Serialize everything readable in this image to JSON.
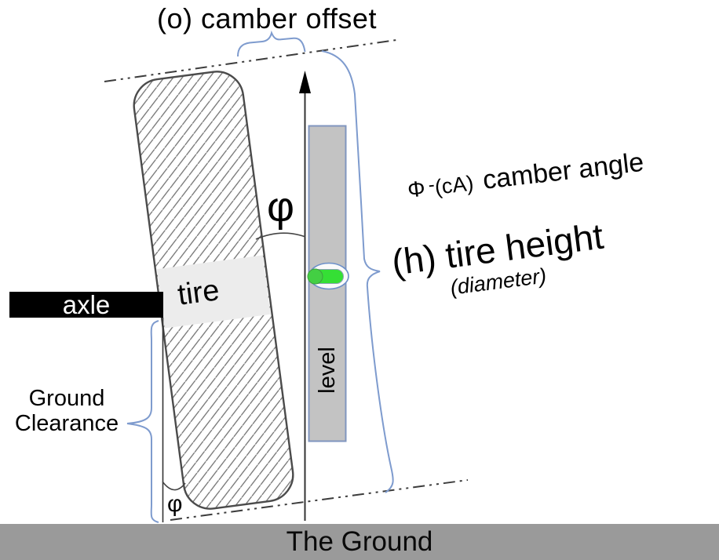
{
  "diagram": {
    "title": "(o) camber offset",
    "camber_angle": {
      "phi": "Φ",
      "dash": "-",
      "abbr": "(cA)",
      "label": "camber angle"
    },
    "tire_height": {
      "label": "(h) tire height",
      "sub": "(diameter)"
    },
    "angle_symbol_top": "φ",
    "angle_symbol_bottom": "φ",
    "axle_label": "axle",
    "tire_label": "tire",
    "level_label": "level",
    "ground_clearance": {
      "line1": "Ground",
      "line2": "Clearance"
    },
    "ground_label": "The Ground"
  },
  "colors": {
    "brace_blue": "#7e9bce",
    "level_fill": "#c3c3c3",
    "level_border": "#8096bf",
    "bubble_green": "#35df35",
    "bubble_cap_green": "#43cf43",
    "ground_gray": "#9a9a9a",
    "tire_band_gray": "#ececec",
    "axle_black": "#000000",
    "line_dark": "#3c3c3c"
  }
}
